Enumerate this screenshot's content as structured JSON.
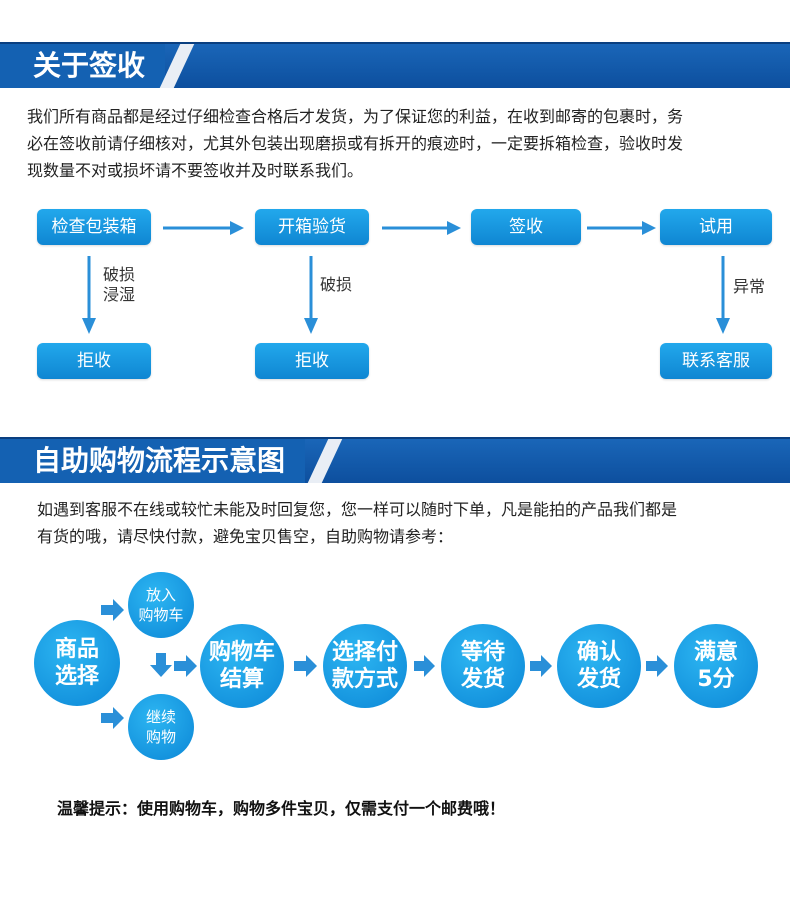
{
  "section1": {
    "title": "关于签收",
    "paragraph_lines": [
      "我们所有商品都是经过仔细检查合格后才发货，为了保证您的利益，在收到邮寄的包裹时，务",
      "必在签收前请仔细核对，尤其外包装出现磨损或有拆开的痕迹时，一定要拆箱检查，验收时发",
      "现数量不对或损坏请不要签收并及时联系我们。"
    ],
    "steps": [
      "检查包装箱",
      "开箱验货",
      "签收",
      "试用"
    ],
    "outcomes": [
      "拒收",
      "拒收",
      "联系客服"
    ],
    "branch_labels": {
      "check_box": [
        "破损",
        "浸湿"
      ],
      "unbox": [
        "破损"
      ],
      "trial": [
        "异常"
      ]
    }
  },
  "section2": {
    "title": "自助购物流程示意图",
    "paragraph_lines": [
      "如遇到客服不在线或较忙未能及时回复您，您一样可以随时下单，凡是能拍的产品我们都是",
      "有货的哦，请尽快付款，避免宝贝售空，自助购物请参考："
    ],
    "flow": {
      "start": [
        "商品",
        "选择"
      ],
      "add_cart": [
        "放入",
        "购物车"
      ],
      "continue": [
        "继续",
        "购物"
      ],
      "steps": [
        [
          "购物车",
          "结算"
        ],
        [
          "选择付",
          "款方式"
        ],
        [
          "等待",
          "发货"
        ],
        [
          "确认",
          "发货"
        ],
        [
          "满意",
          "5分"
        ]
      ]
    },
    "tip": "温馨提示：使用购物车，购物多件宝贝，仅需支付一个邮费哦！"
  },
  "colors": {
    "banner": "#1461b2",
    "accent": "#1a9be6",
    "arrow": "#2a8fd8"
  }
}
